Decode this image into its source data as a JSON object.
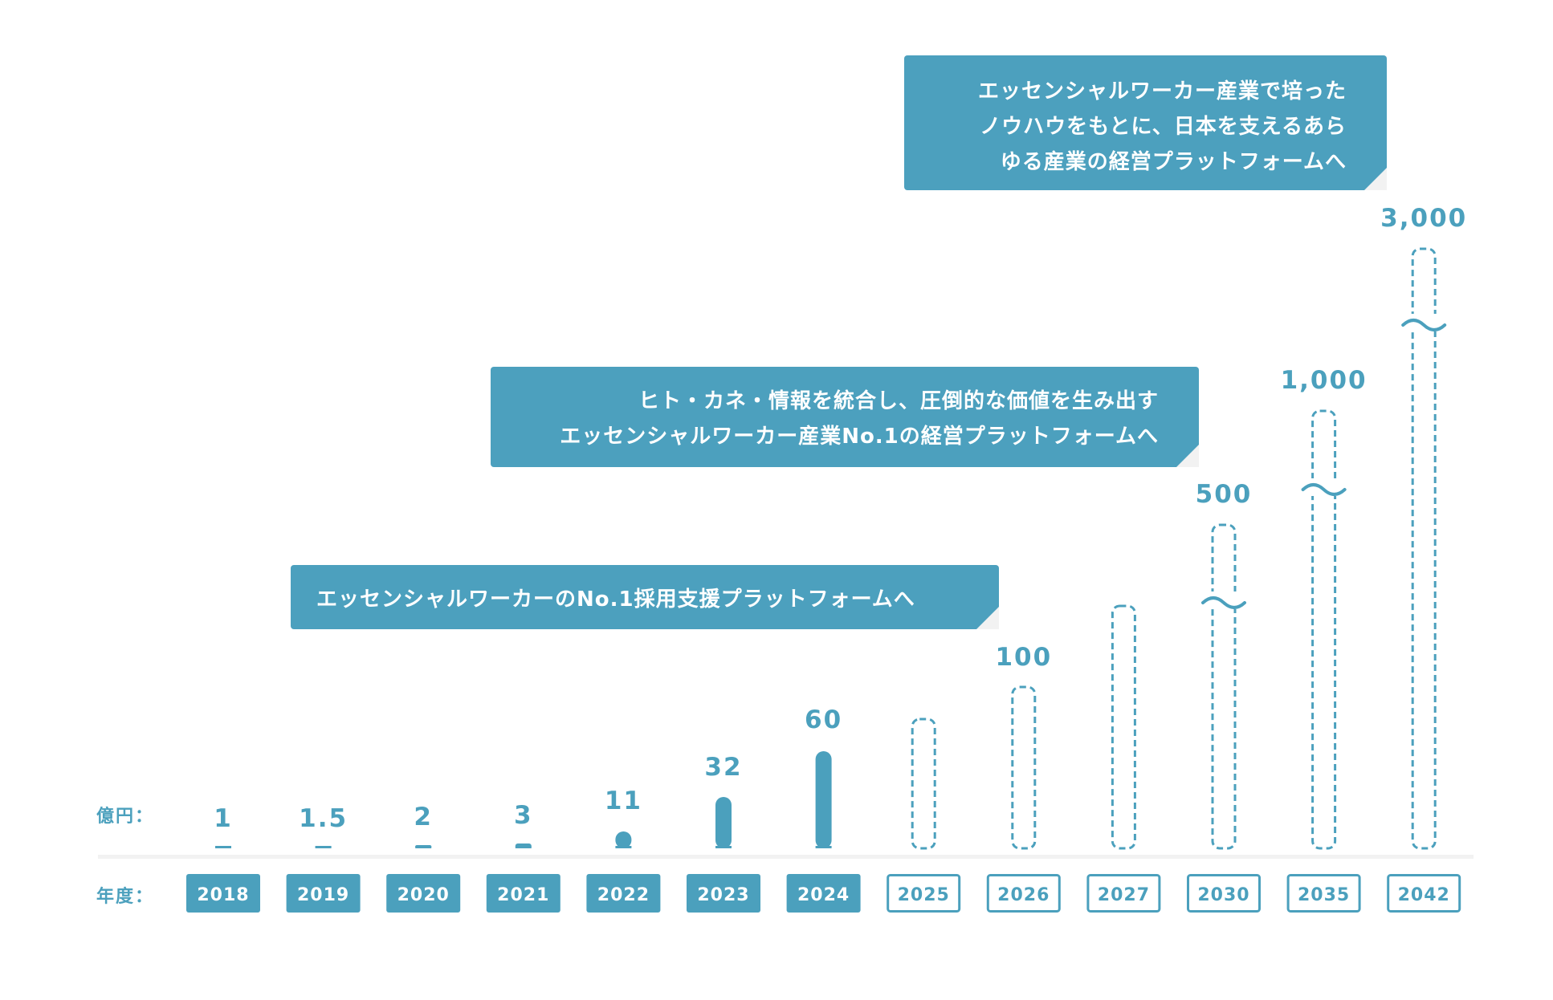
{
  "callouts": [
    {
      "lines": [
        "エッセンシャルワーカーのNo.1採用支援プラットフォームへ"
      ]
    },
    {
      "lines": [
        "ヒト・カネ・情報を統合し、圧倒的な価値を生み出す",
        "エッセンシャルワーカー産業No.1の経営プラットフォームへ"
      ]
    },
    {
      "lines": [
        "エッセンシャルワーカー産業で培った",
        "ノウハウをもとに、日本を支えるあら",
        "ゆる産業の経営プラットフォームへ"
      ]
    }
  ],
  "colors": {
    "accent": "#4ba0bd",
    "baseline": "#f2f2f2"
  },
  "chart_data": {
    "type": "bar",
    "unit_label": "億円：",
    "category_label": "年度：",
    "categories": [
      "2018",
      "2019",
      "2020",
      "2021",
      "2022",
      "2023",
      "2024",
      "2025",
      "2026",
      "2027",
      "2030",
      "2035",
      "2042"
    ],
    "values": [
      1,
      1.5,
      2,
      3,
      11,
      32,
      60,
      null,
      100,
      null,
      500,
      1000,
      3000
    ],
    "value_labels": [
      "1",
      "1.5",
      "2",
      "3",
      "11",
      "32",
      "60",
      "",
      "100",
      "",
      "500",
      "1,000",
      "3,000"
    ],
    "actual": [
      true,
      true,
      true,
      true,
      true,
      true,
      true,
      false,
      false,
      false,
      false,
      false,
      false
    ],
    "axis_break": [
      false,
      false,
      false,
      false,
      false,
      false,
      false,
      false,
      false,
      false,
      true,
      true,
      true
    ]
  }
}
